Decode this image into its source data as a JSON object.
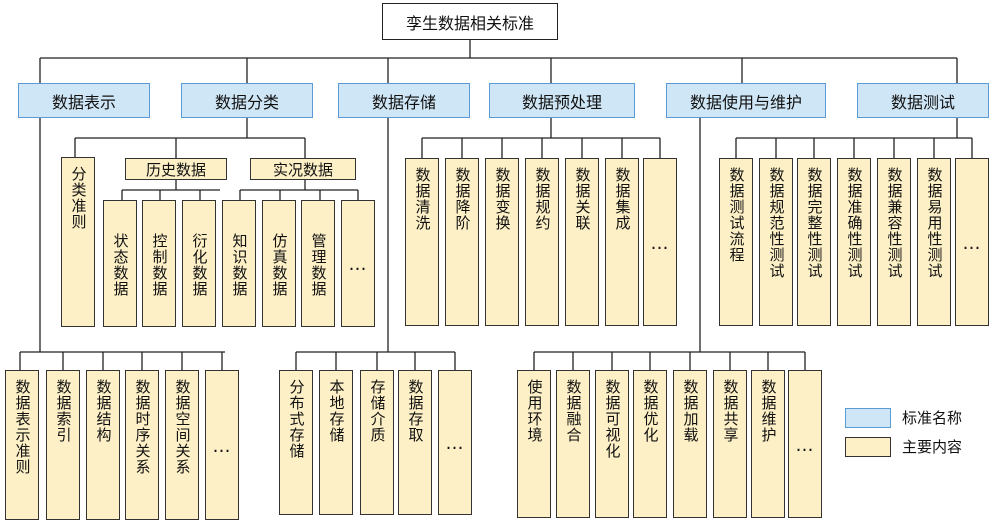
{
  "root": "孪生数据相关标准",
  "categories": [
    "数据表示",
    "数据分类",
    "数据存储",
    "数据预处理",
    "数据使用与维护",
    "数据测试"
  ],
  "subcategories": [
    "历史数据",
    "实况数据"
  ],
  "items": {
    "classification_rule": "分类准则",
    "history_group": [
      "状态数据",
      "控制数据",
      "衍化数据"
    ],
    "realtime_group": [
      "知识数据",
      "仿真数据",
      "管理数据",
      "…"
    ],
    "representation": [
      "数据表示准则",
      "数据索引",
      "数据结构",
      "数据时序关系",
      "数据空间关系",
      "…"
    ],
    "storage": [
      "分布式存储",
      "本地存储",
      "存储介质",
      "数据存取",
      "…"
    ],
    "preprocessing": [
      "数据清洗",
      "数据降阶",
      "数据变换",
      "数据规约",
      "数据关联",
      "数据集成",
      "…"
    ],
    "usage": [
      "使用环境",
      "数据融合",
      "数据可视化",
      "数据优化",
      "数据加载",
      "数据共享",
      "数据维护",
      "…"
    ],
    "testing": [
      "数据测试流程",
      "数据规范性测试",
      "数据完整性测试",
      "数据准确性测试",
      "数据兼容性测试",
      "数据易用性测试",
      "…"
    ]
  },
  "legend": [
    {
      "label": "标准名称",
      "color": "#cfe6f6"
    },
    {
      "label": "主要内容",
      "color": "#fdf0c6"
    }
  ]
}
